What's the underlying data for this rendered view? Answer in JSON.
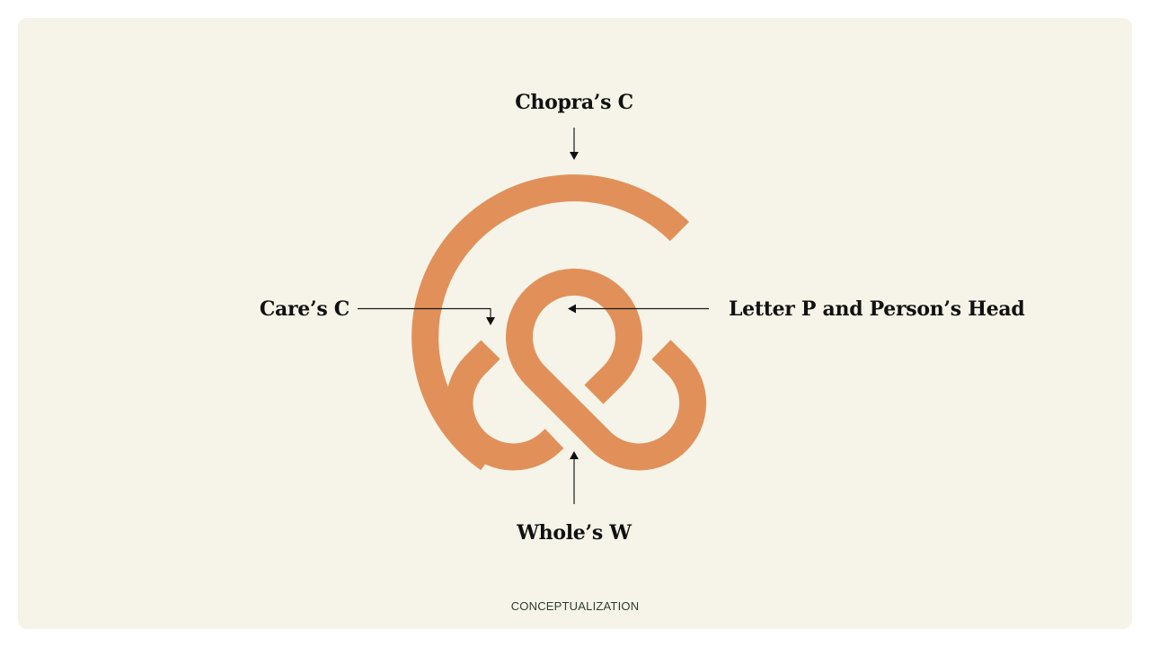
{
  "slide": {
    "background": "#f6f4e8",
    "caption": "CONCEPTUALIZATION"
  },
  "logo": {
    "color": "#e2905a",
    "description": "Logo mark combining letters C, P and W"
  },
  "annotations": {
    "top": "Chopra’s C",
    "left": "Care’s C",
    "right": "Letter P and Person’s Head",
    "bottom": "Whole’s W"
  }
}
